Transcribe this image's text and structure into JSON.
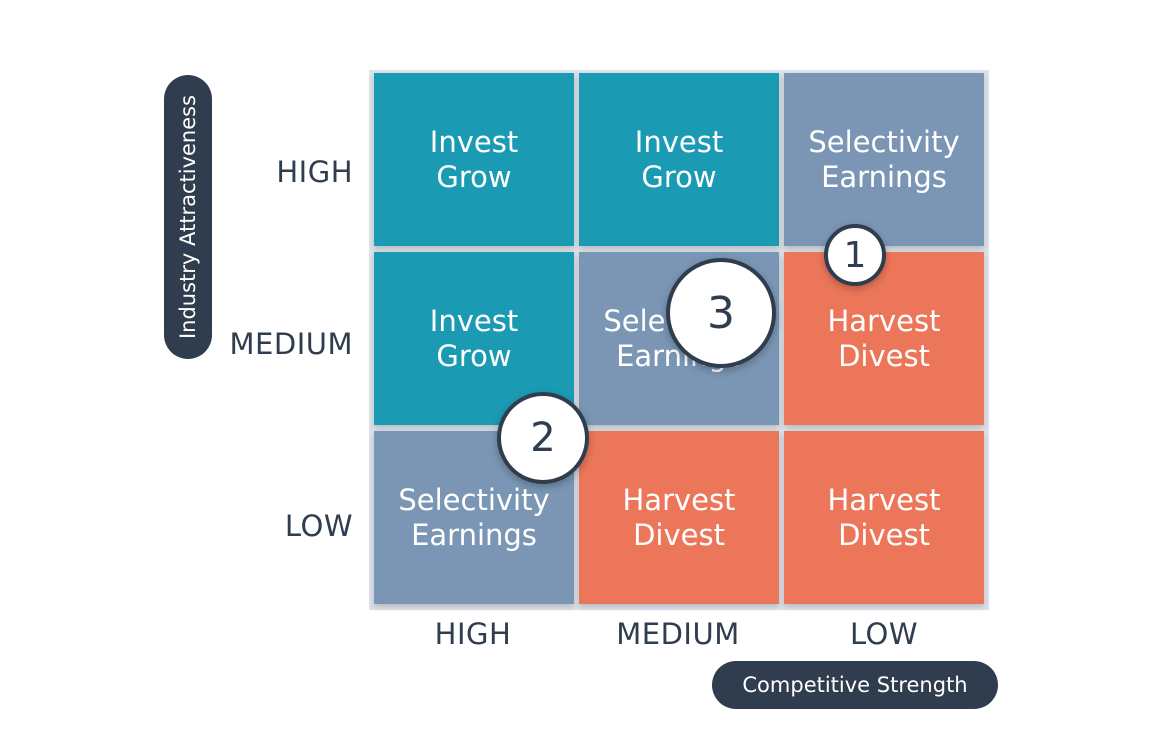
{
  "axes": {
    "y_title": "Industry Attractiveness",
    "x_title": "Competitive Strength",
    "row_labels": [
      "HIGH",
      "MEDIUM",
      "LOW"
    ],
    "col_labels": [
      "HIGH",
      "MEDIUM",
      "LOW"
    ]
  },
  "cells": [
    [
      {
        "line1": "Invest",
        "line2": "Grow",
        "color": "#1a9bb3"
      },
      {
        "line1": "Invest",
        "line2": "Grow",
        "color": "#1a9bb3"
      },
      {
        "line1": "Selectivity",
        "line2": "Earnings",
        "color": "#7a96b4"
      }
    ],
    [
      {
        "line1": "Invest",
        "line2": "Grow",
        "color": "#1a9bb3"
      },
      {
        "line1": "Selectivity",
        "line2": "Earnings",
        "color": "#7a96b4"
      },
      {
        "line1": "Harvest",
        "line2": "Divest",
        "color": "#ec765a"
      }
    ],
    [
      {
        "line1": "Selectivity",
        "line2": "Earnings",
        "color": "#7a96b4"
      },
      {
        "line1": "Harvest",
        "line2": "Divest",
        "color": "#ec765a"
      },
      {
        "line1": "Harvest",
        "line2": "Divest",
        "color": "#ec765a"
      }
    ]
  ],
  "markers": [
    "1",
    "2",
    "3"
  ],
  "colors": {
    "label_dark": "#2f3d4e",
    "teal": "#1a9bb3",
    "slate": "#7a96b4",
    "coral": "#ec765a"
  }
}
